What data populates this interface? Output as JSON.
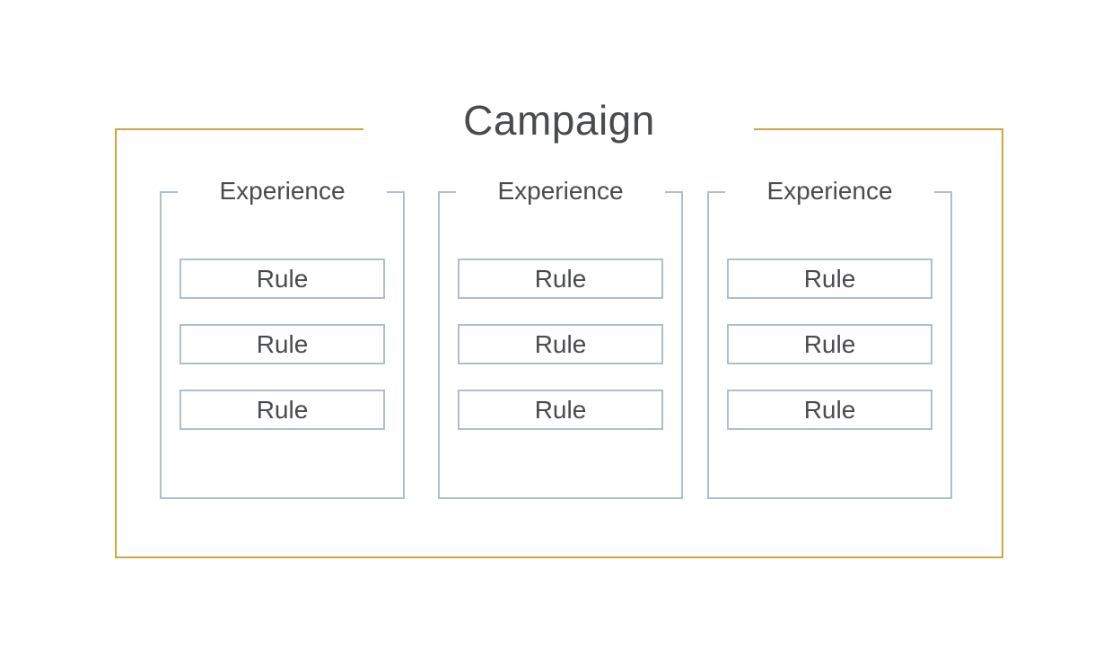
{
  "diagram": {
    "title": "Campaign",
    "colors": {
      "campaign_border": "#CCA63E",
      "experience_border": "#B0C0CA",
      "text": "#494B4D"
    },
    "experiences": [
      {
        "label": "Experience",
        "rules": [
          "Rule",
          "Rule",
          "Rule"
        ]
      },
      {
        "label": "Experience",
        "rules": [
          "Rule",
          "Rule",
          "Rule"
        ]
      },
      {
        "label": "Experience",
        "rules": [
          "Rule",
          "Rule",
          "Rule"
        ]
      }
    ]
  }
}
